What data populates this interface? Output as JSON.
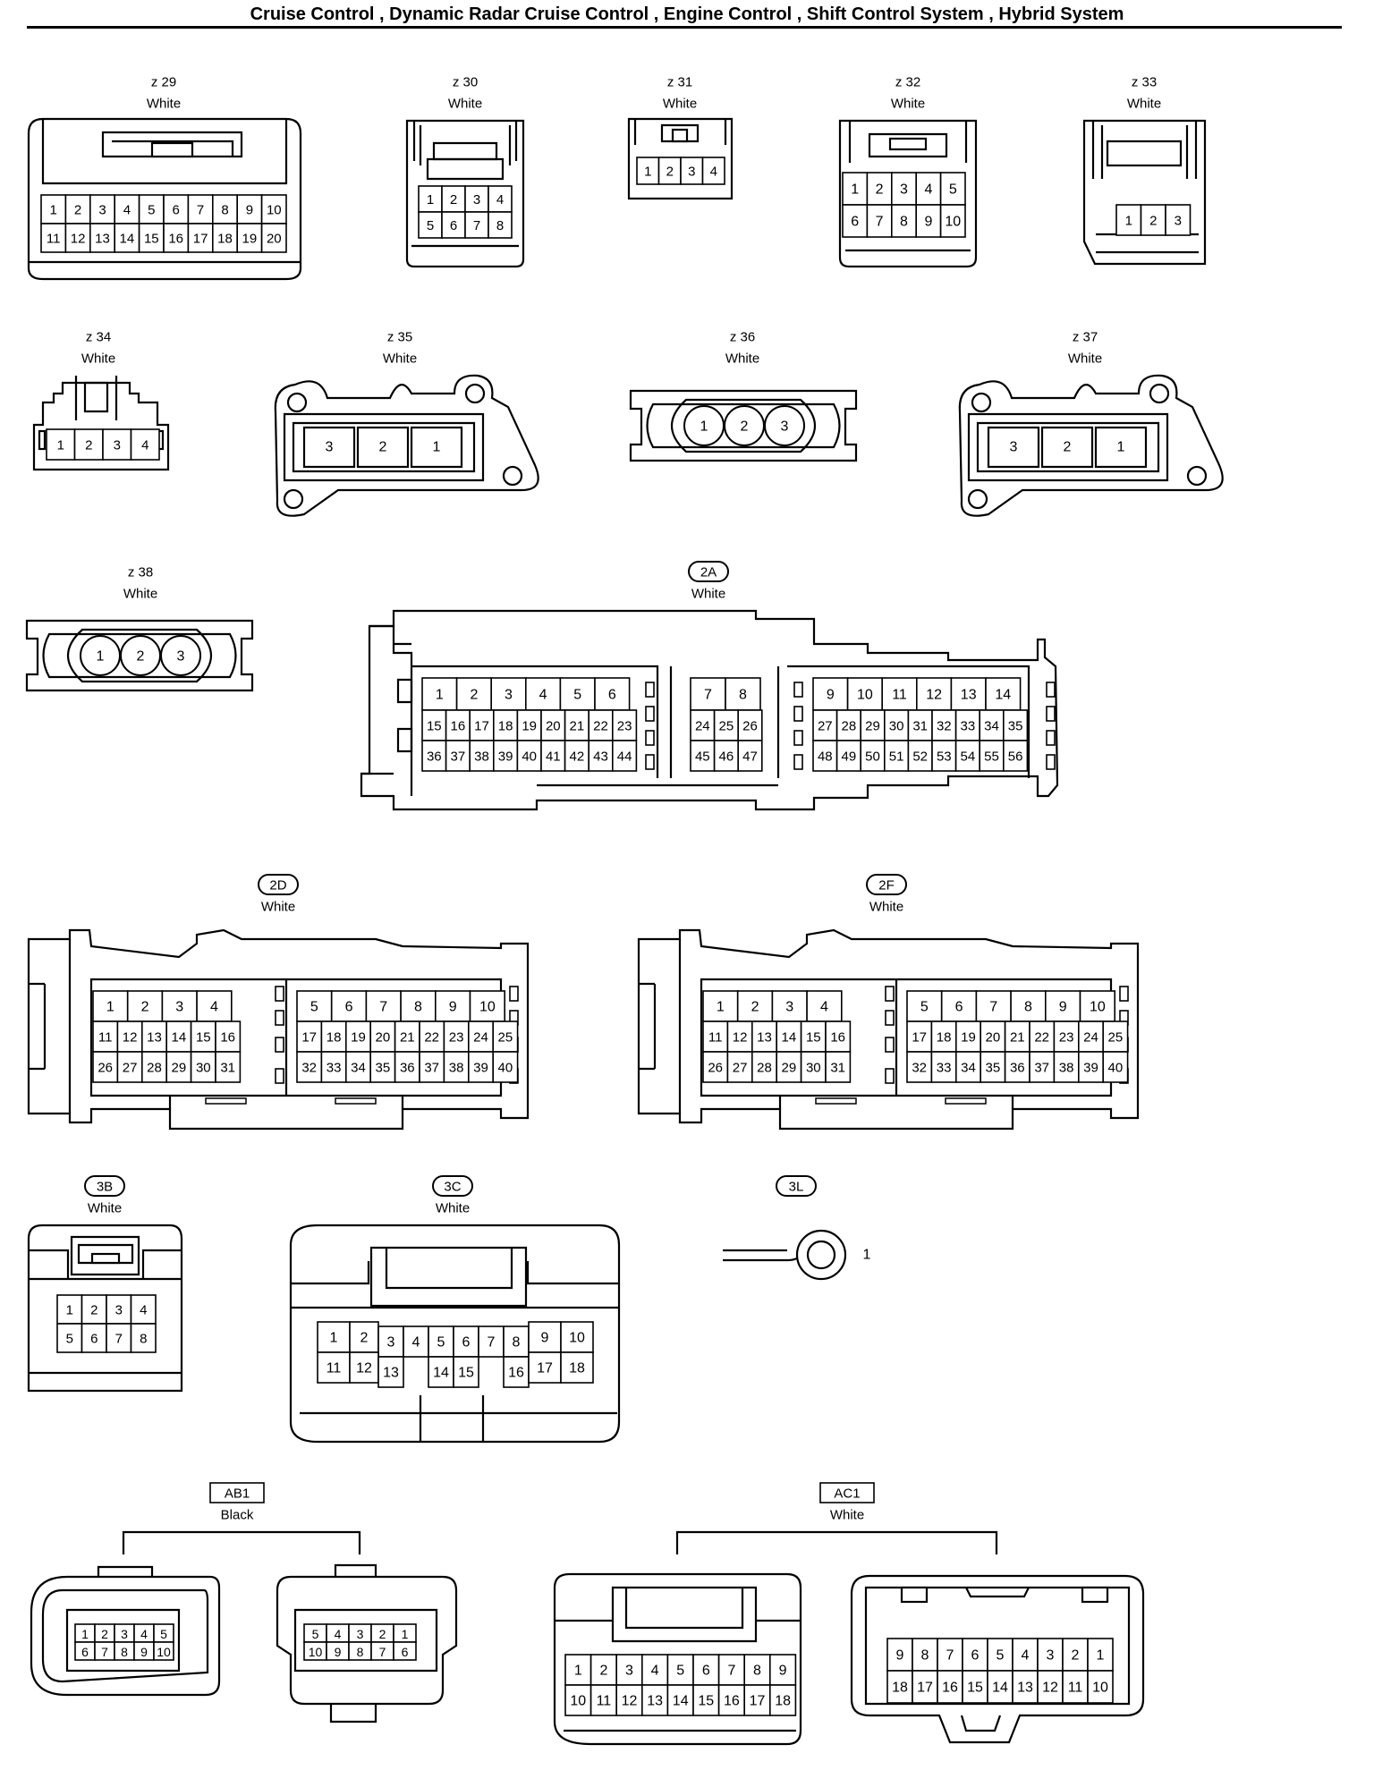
{
  "page": {
    "title": "Cruise Control , Dynamic Radar Cruise Control , Engine Control , Shift Control System , Hybrid System"
  },
  "connectors": [
    {
      "id": "z29",
      "code": "z 29",
      "color": "White",
      "rows": [
        [
          "1",
          "2",
          "3",
          "4",
          "5",
          "6",
          "7",
          "8",
          "9",
          "10"
        ],
        [
          "11",
          "12",
          "13",
          "14",
          "15",
          "16",
          "17",
          "18",
          "19",
          "20"
        ]
      ]
    },
    {
      "id": "z30",
      "code": "z 30",
      "color": "White",
      "rows": [
        [
          "1",
          "2",
          "3",
          "4"
        ],
        [
          "5",
          "6",
          "7",
          "8"
        ]
      ]
    },
    {
      "id": "z31",
      "code": "z 31",
      "color": "White",
      "rows": [
        [
          "1",
          "2",
          "3",
          "4"
        ]
      ]
    },
    {
      "id": "z32",
      "code": "z 32",
      "color": "White",
      "rows": [
        [
          "1",
          "2",
          "3",
          "4",
          "5"
        ],
        [
          "6",
          "7",
          "8",
          "9",
          "10"
        ]
      ]
    },
    {
      "id": "z33",
      "code": "z 33",
      "color": "White",
      "rows": [
        [
          "1",
          "2",
          "3"
        ]
      ]
    },
    {
      "id": "z34",
      "code": "z 34",
      "color": "White",
      "rows": [
        [
          "1",
          "2",
          "3",
          "4"
        ]
      ]
    },
    {
      "id": "z35",
      "code": "z 35",
      "color": "White",
      "rows": [
        [
          "3",
          "2",
          "1"
        ]
      ]
    },
    {
      "id": "z36",
      "code": "z 36",
      "color": "White",
      "rows": [
        [
          "1",
          "2",
          "3"
        ]
      ]
    },
    {
      "id": "z37",
      "code": "z 37",
      "color": "White",
      "rows": [
        [
          "3",
          "2",
          "1"
        ]
      ]
    },
    {
      "id": "z38",
      "code": "z 38",
      "color": "White",
      "rows": [
        [
          "1",
          "2",
          "3"
        ]
      ]
    },
    {
      "id": "2A",
      "code": "2A",
      "color": "White",
      "blocks": [
        {
          "rows": [
            [
              "1",
              "2",
              "3",
              "4",
              "5",
              "6"
            ],
            [
              "15",
              "16",
              "17",
              "18",
              "19",
              "20",
              "21",
              "22",
              "23"
            ],
            [
              "36",
              "37",
              "38",
              "39",
              "40",
              "41",
              "42",
              "43",
              "44"
            ]
          ]
        },
        {
          "rows": [
            [
              "7",
              "8"
            ],
            [
              "24",
              "25",
              "26"
            ],
            [
              "45",
              "46",
              "47"
            ]
          ]
        },
        {
          "rows": [
            [
              "9",
              "10",
              "11",
              "12",
              "13",
              "14"
            ],
            [
              "27",
              "28",
              "29",
              "30",
              "31",
              "32",
              "33",
              "34",
              "35"
            ],
            [
              "48",
              "49",
              "50",
              "51",
              "52",
              "53",
              "54",
              "55",
              "56"
            ]
          ]
        }
      ]
    },
    {
      "id": "2D",
      "code": "2D",
      "color": "White",
      "blocks": [
        {
          "rows": [
            [
              "1",
              "2",
              "3",
              "4"
            ],
            [
              "11",
              "12",
              "13",
              "14",
              "15",
              "16"
            ],
            [
              "26",
              "27",
              "28",
              "29",
              "30",
              "31"
            ]
          ]
        },
        {
          "rows": [
            [
              "5",
              "6",
              "7",
              "8",
              "9",
              "10"
            ],
            [
              "17",
              "18",
              "19",
              "20",
              "21",
              "22",
              "23",
              "24",
              "25"
            ],
            [
              "32",
              "33",
              "34",
              "35",
              "36",
              "37",
              "38",
              "39",
              "40"
            ]
          ]
        }
      ]
    },
    {
      "id": "2F",
      "code": "2F",
      "color": "White",
      "blocks": [
        {
          "rows": [
            [
              "1",
              "2",
              "3",
              "4"
            ],
            [
              "11",
              "12",
              "13",
              "14",
              "15",
              "16"
            ],
            [
              "26",
              "27",
              "28",
              "29",
              "30",
              "31"
            ]
          ]
        },
        {
          "rows": [
            [
              "5",
              "6",
              "7",
              "8",
              "9",
              "10"
            ],
            [
              "17",
              "18",
              "19",
              "20",
              "21",
              "22",
              "23",
              "24",
              "25"
            ],
            [
              "32",
              "33",
              "34",
              "35",
              "36",
              "37",
              "38",
              "39",
              "40"
            ]
          ]
        }
      ]
    },
    {
      "id": "3B",
      "code": "3B",
      "color": "White",
      "rows": [
        [
          "1",
          "2",
          "3",
          "4"
        ],
        [
          "5",
          "6",
          "7",
          "8"
        ]
      ]
    },
    {
      "id": "3C",
      "code": "3C",
      "color": "White",
      "rows": [
        [
          "1",
          "2",
          "3",
          "4",
          "5",
          "6",
          "7",
          "8",
          "9",
          "10"
        ],
        [
          "11",
          "12",
          "13",
          "14",
          "15",
          "16",
          "17",
          "18"
        ]
      ]
    },
    {
      "id": "3L",
      "code": "3L",
      "color": "",
      "rows": [
        [
          "1"
        ]
      ]
    },
    {
      "id": "AB1",
      "code": "AB1",
      "color": "Black",
      "parts": [
        {
          "rows": [
            [
              "1",
              "2",
              "3",
              "4",
              "5"
            ],
            [
              "6",
              "7",
              "8",
              "9",
              "10"
            ]
          ]
        },
        {
          "rows": [
            [
              "5",
              "4",
              "3",
              "2",
              "1"
            ],
            [
              "10",
              "9",
              "8",
              "7",
              "6"
            ]
          ]
        }
      ]
    },
    {
      "id": "AC1",
      "code": "AC1",
      "color": "White",
      "parts": [
        {
          "rows": [
            [
              "1",
              "2",
              "3",
              "4",
              "5",
              "6",
              "7",
              "8",
              "9"
            ],
            [
              "10",
              "11",
              "12",
              "13",
              "14",
              "15",
              "16",
              "17",
              "18"
            ]
          ]
        },
        {
          "rows": [
            [
              "9",
              "8",
              "7",
              "6",
              "5",
              "4",
              "3",
              "2",
              "1"
            ],
            [
              "18",
              "17",
              "16",
              "15",
              "14",
              "13",
              "12",
              "11",
              "10"
            ]
          ]
        }
      ]
    }
  ]
}
